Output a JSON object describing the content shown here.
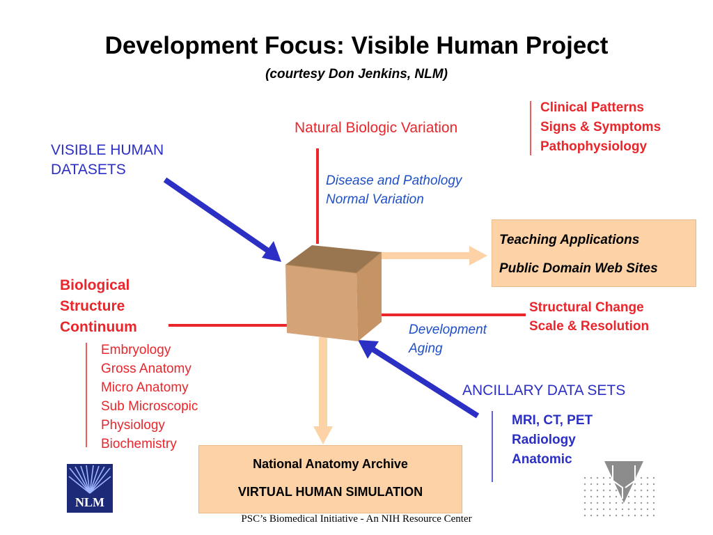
{
  "title": "Development Focus: Visible Human Project",
  "subtitle": "(courtesy Don Jenkins, NLM)",
  "top_axis_label": "Natural Biologic Variation",
  "clinical_list": [
    "Clinical Patterns",
    "Signs & Symptoms",
    "Pathophysiology"
  ],
  "visible_human_label": [
    "VISIBLE HUMAN",
    "DATASETS"
  ],
  "disease_list": [
    "Disease and Pathology",
    "Normal Variation"
  ],
  "teaching_box": [
    "Teaching Applications",
    "Public Domain Web Sites"
  ],
  "biological_label": [
    "Biological",
    "Structure",
    "Continuum"
  ],
  "biology_list": [
    "Embryology",
    "Gross Anatomy",
    "Micro Anatomy",
    "Sub Microscopic",
    "Physiology",
    "Biochemistry"
  ],
  "structural_list": [
    "Structural Change",
    "Scale & Resolution"
  ],
  "development_list": [
    "Development",
    "Aging"
  ],
  "ancillary_label": "ANCILLARY DATA SETS",
  "ancillary_list": [
    "MRI, CT, PET",
    "Radiology",
    "Anatomic"
  ],
  "archive_box": [
    "National Anatomy Archive",
    "VIRTUAL HUMAN SIMULATION"
  ],
  "nlm_logo_text": "NLM",
  "footer": "PSC’s Biomedical Initiative - An NIH Resource Center",
  "colors": {
    "red": "#e8262b",
    "blue": "#2b2fc4",
    "peach": "#fdd2a6",
    "cube": "#d4a478"
  }
}
